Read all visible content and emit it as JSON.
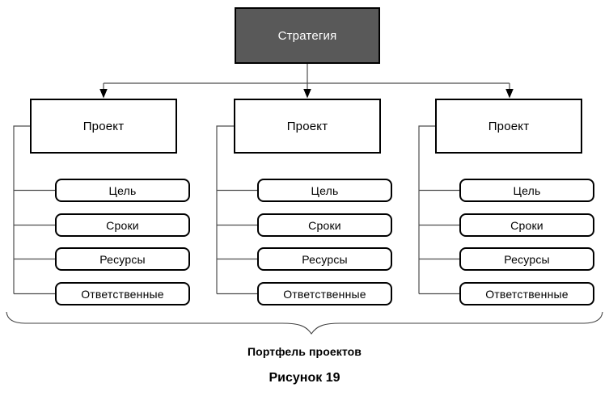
{
  "colors": {
    "background": "#ffffff",
    "strategy_fill": "#595959",
    "strategy_text": "#ffffff",
    "box_fill": "#ffffff",
    "box_border": "#000000",
    "box_text": "#000000",
    "line": "#4d4d4d",
    "arrow": "#000000",
    "brace": "#404040"
  },
  "strategy": {
    "label": "Стратегия"
  },
  "columns": [
    {
      "project": {
        "label": "Проект"
      },
      "attributes": [
        {
          "label": "Цель"
        },
        {
          "label": "Сроки"
        },
        {
          "label": "Ресурсы"
        },
        {
          "label": "Ответственные"
        }
      ]
    },
    {
      "project": {
        "label": "Проект"
      },
      "attributes": [
        {
          "label": "Цель"
        },
        {
          "label": "Сроки"
        },
        {
          "label": "Ресурсы"
        },
        {
          "label": "Ответственные"
        }
      ]
    },
    {
      "project": {
        "label": "Проект"
      },
      "attributes": [
        {
          "label": "Цель"
        },
        {
          "label": "Сроки"
        },
        {
          "label": "Ресурсы"
        },
        {
          "label": "Ответственные"
        }
      ]
    }
  ],
  "footer": {
    "brace_label": "Портфель проектов",
    "figure_caption": "Рисунок 19"
  }
}
